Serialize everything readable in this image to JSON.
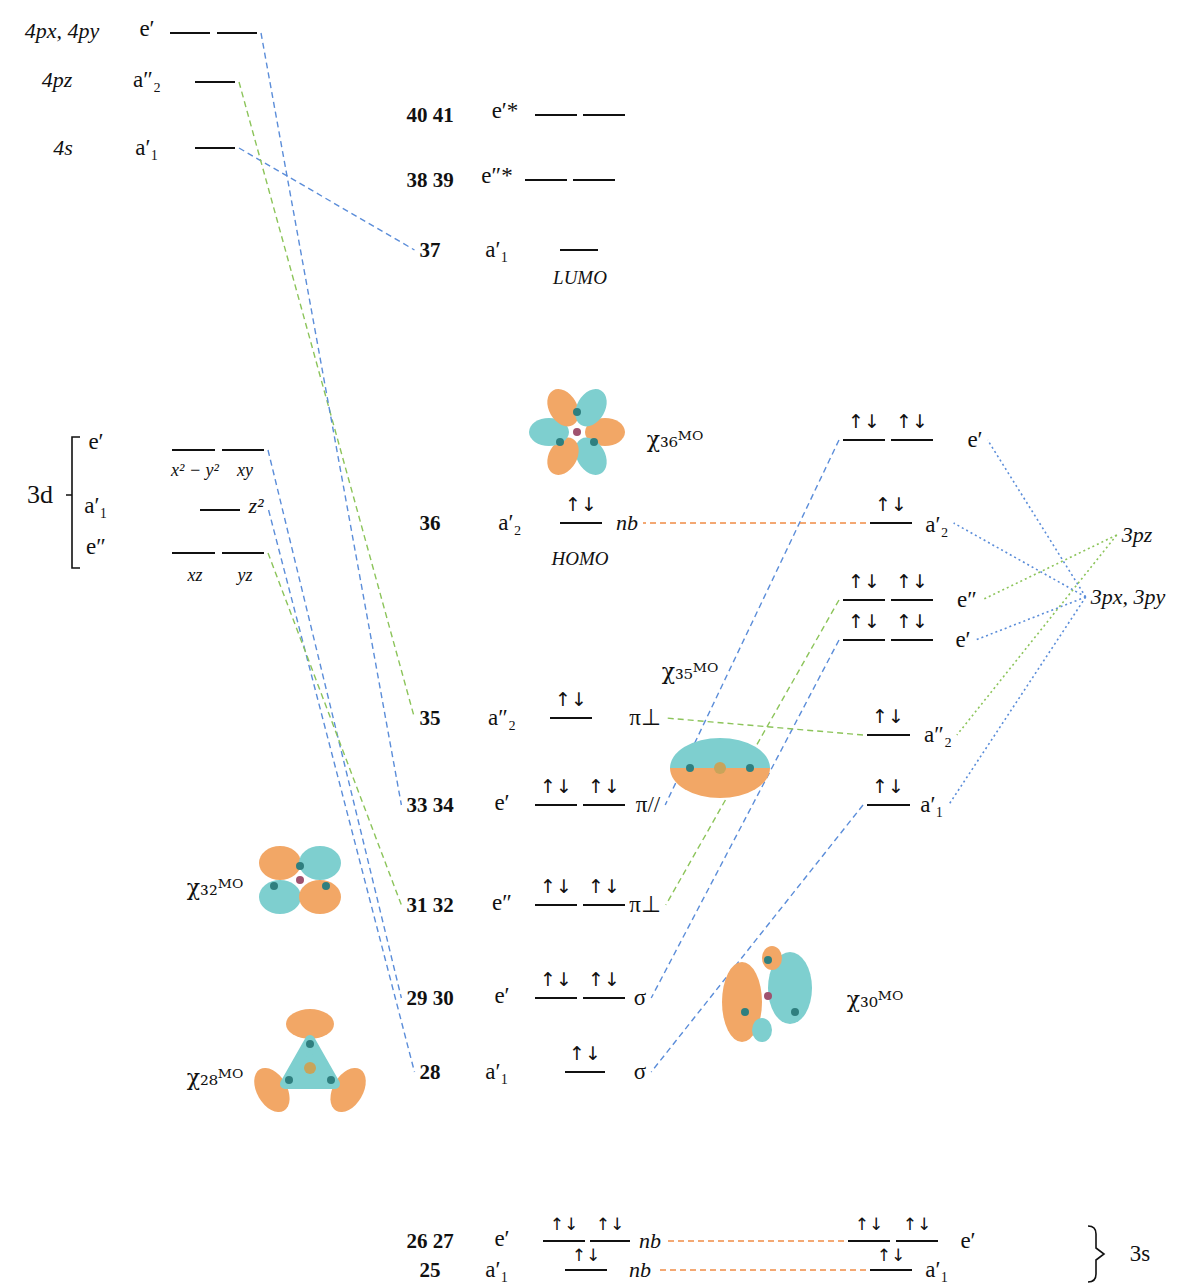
{
  "diagram": {
    "nodes": [
      {
        "text": [
          "4px, 4py",
          "e′"
        ]
      },
      {
        "text": [
          "4pz",
          "a″₂"
        ]
      },
      {
        "text": [
          "4s",
          "a′₁"
        ]
      },
      {
        "text": [
          "3d"
        ]
      },
      {
        "text": [
          "e′",
          "x² − y²",
          "xy"
        ],
        "in": 3
      },
      {
        "text": [
          "a′₁",
          "z²"
        ],
        "in": 3
      },
      {
        "text": [
          "e″",
          "xz",
          "yz"
        ],
        "in": 3
      },
      {
        "text": [
          "40 41",
          "e′*"
        ]
      },
      {
        "text": [
          "38 39",
          "e″*"
        ]
      },
      {
        "text": [
          "37",
          "a′₁",
          "LUMO"
        ]
      },
      {
        "text": [
          "36",
          "a′₂",
          "↑↓",
          "nb",
          "HOMO"
        ]
      },
      {
        "text": [
          "35",
          "a″₂",
          "↑↓",
          "π⊥"
        ]
      },
      {
        "text": [
          "33 34",
          "e′",
          "↑↓",
          "↑↓",
          "π//"
        ]
      },
      {
        "text": [
          "31 32",
          "e″",
          "↑↓",
          "↑↓",
          "π⊥"
        ]
      },
      {
        "text": [
          "29 30",
          "e′",
          "↑↓",
          "↑↓",
          "σ"
        ]
      },
      {
        "text": [
          "28",
          "a′₁",
          "↑↓",
          "σ"
        ]
      },
      {
        "text": [
          "26 27",
          "e′",
          "↑↓",
          "↑↓",
          "nb"
        ]
      },
      {
        "text": [
          "25",
          "a′₁",
          "↑↓",
          "nb"
        ]
      },
      {
        "text": [
          "↑↓",
          "↑↓",
          "e′"
        ]
      },
      {
        "text": [
          "↑↓",
          "a′₂"
        ]
      },
      {
        "text": [
          "↑↓",
          "↑↓",
          "e″"
        ]
      },
      {
        "text": [
          "↑↓",
          "↑↓",
          "e′"
        ]
      },
      {
        "text": [
          "↑↓",
          "a″₂"
        ]
      },
      {
        "text": [
          "↑↓",
          "a′₁"
        ]
      },
      {
        "text": [
          "↑↓",
          "↑↓",
          "e′"
        ]
      },
      {
        "text": [
          "↑↓",
          "a′₁"
        ]
      },
      {
        "text": [
          "3pz"
        ]
      },
      {
        "text": [
          "3px, 3py"
        ]
      }
    ],
    "edges": [
      {
        "from": 2,
        "to": 9,
        "arrow": "none"
      },
      {
        "from": 1,
        "to": 11,
        "arrow": "none"
      },
      {
        "from": 0,
        "to": 12,
        "arrow": "none"
      },
      {
        "from": 4,
        "to": 14,
        "arrow": "none"
      },
      {
        "from": 5,
        "to": 15,
        "arrow": "none"
      },
      {
        "from": 6,
        "to": 13,
        "arrow": "none"
      },
      {
        "from": 18,
        "to": 12,
        "arrow": "none"
      },
      {
        "from": 19,
        "to": 10,
        "arrow": "none"
      },
      {
        "from": 20,
        "to": 13,
        "arrow": "none"
      },
      {
        "from": 21,
        "to": 14,
        "arrow": "none"
      },
      {
        "from": 22,
        "to": 11,
        "arrow": "none"
      },
      {
        "from": 23,
        "to": 15,
        "arrow": "none"
      },
      {
        "from": 24,
        "to": 16,
        "arrow": "none"
      },
      {
        "from": 25,
        "to": 17,
        "arrow": "none"
      },
      {
        "from": 27,
        "to": 18,
        "arrow": "none"
      },
      {
        "from": 27,
        "to": 19,
        "arrow": "none"
      },
      {
        "from": 27,
        "to": 21,
        "arrow": "none"
      },
      {
        "from": 27,
        "to": 23,
        "arrow": "none"
      },
      {
        "from": 26,
        "to": 20,
        "arrow": "none"
      },
      {
        "from": 26,
        "to": 22,
        "arrow": "none"
      }
    ],
    "labels": [
      "χ₃₆ᴹᴼ",
      "χ₃₅ᴹᴼ",
      "χ₃₂ᴹᴼ",
      "χ₃₀ᴹᴼ",
      "χ₂₈ᴹᴼ",
      "3s"
    ]
  }
}
